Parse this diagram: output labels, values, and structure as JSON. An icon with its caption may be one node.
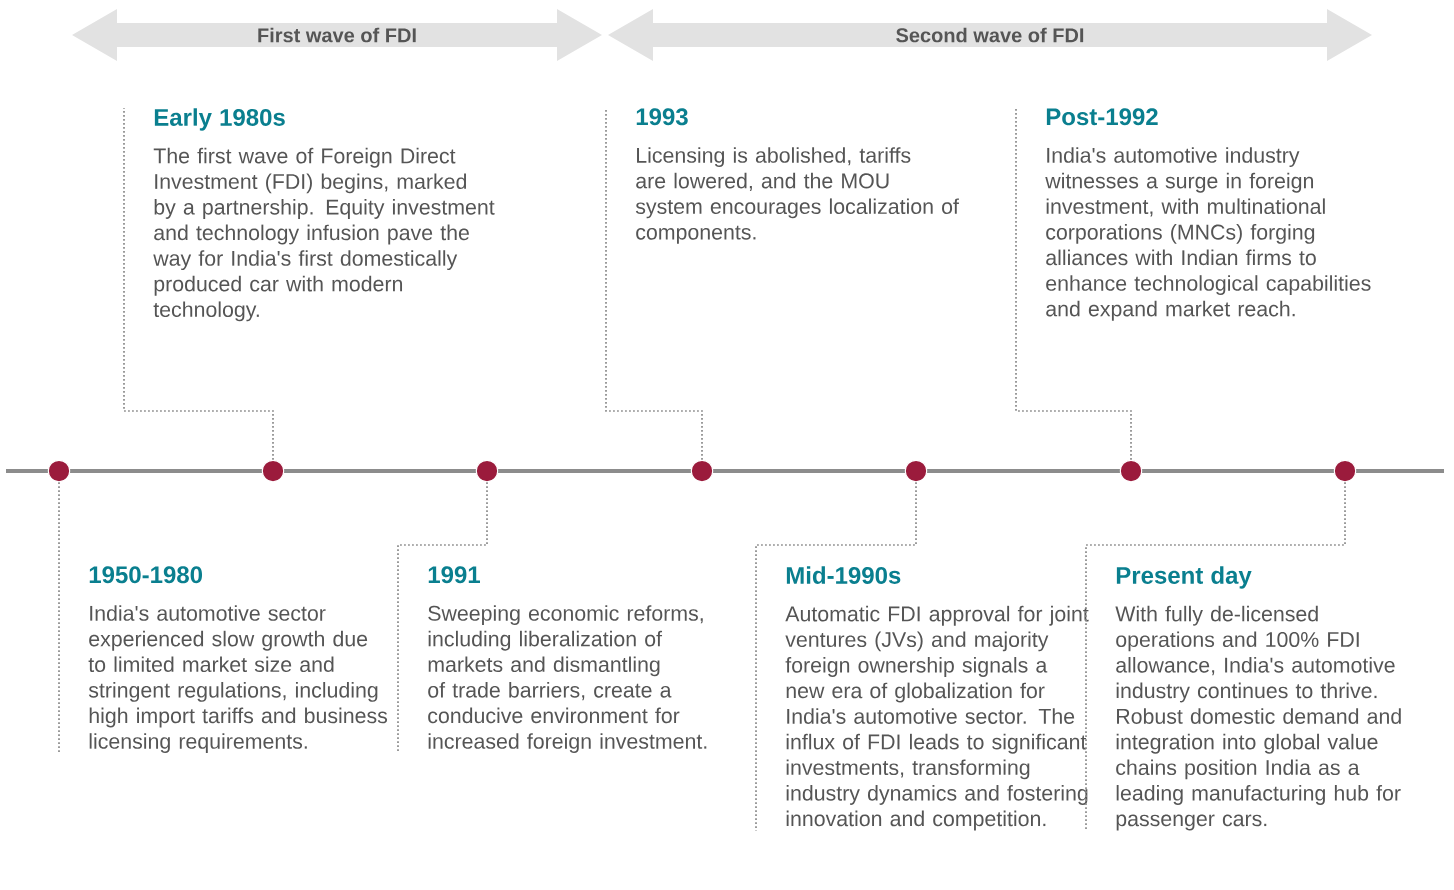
{
  "diagram": {
    "nodes": [
      {
        "text": [
          "First wave of FDI"
        ]
      },
      {
        "text": [
          "Second wave of FDI"
        ]
      },
      {
        "text": [],
        "shape": "circle"
      },
      {
        "text": [],
        "shape": "circle"
      },
      {
        "text": [],
        "shape": "circle"
      },
      {
        "text": [],
        "shape": "circle"
      },
      {
        "text": [],
        "shape": "circle"
      },
      {
        "text": [],
        "shape": "circle"
      },
      {
        "text": [],
        "shape": "circle"
      },
      {
        "text": [
          "1950-1980",
          "India's automotive sector experienced slow growth due to limited market size and stringent regulations, including high import tariffs and business licensing requirements."
        ]
      },
      {
        "text": [
          "Early 1980s",
          "The first wave of Foreign Direct Investment (FDI) begins, marked by a partnership. Equity investment and technology infusion pave the way for India's first domestically produced car with modern technology."
        ]
      },
      {
        "text": [
          "1991",
          "Sweeping economic reforms, including liberalization of markets and dismantling of trade barriers, create a conducive environment for increased foreign investment."
        ]
      },
      {
        "text": [
          "1993",
          "Licensing is abolished, tariffs are lowered, and the MOU system encourages localization of components."
        ]
      },
      {
        "text": [
          "Mid-1990s",
          "Automatic FDI approval for joint ventures (JVs) and majority foreign ownership signals a new era of globalization for India's automotive sector. The influx of FDI leads to significant investments, transforming industry dynamics and fostering innovation and competition."
        ]
      },
      {
        "text": [
          "Post-1992",
          "India's automotive industry witnesses a surge in foreign investment, with multinational corporations (MNCs) forging alliances with Indian firms to enhance technological capabilities and expand market reach."
        ]
      },
      {
        "text": [
          "Present day",
          "With fully de-licensed operations and 100% FDI allowance, India's automotive industry continues to thrive. Robust domestic demand and integration into global value chains position India as a leading manufacturing hub for passenger cars."
        ]
      }
    ],
    "edges": [
      {
        "from": 2,
        "to": 9,
        "arrow": "none"
      },
      {
        "from": 3,
        "to": 10,
        "arrow": "none"
      },
      {
        "from": 4,
        "to": 11,
        "arrow": "none"
      },
      {
        "from": 5,
        "to": 12,
        "arrow": "none"
      },
      {
        "from": 6,
        "to": 13,
        "arrow": "none"
      },
      {
        "from": 7,
        "to": 14,
        "arrow": "none"
      },
      {
        "from": 8,
        "to": 15,
        "arrow": "none"
      }
    ]
  }
}
